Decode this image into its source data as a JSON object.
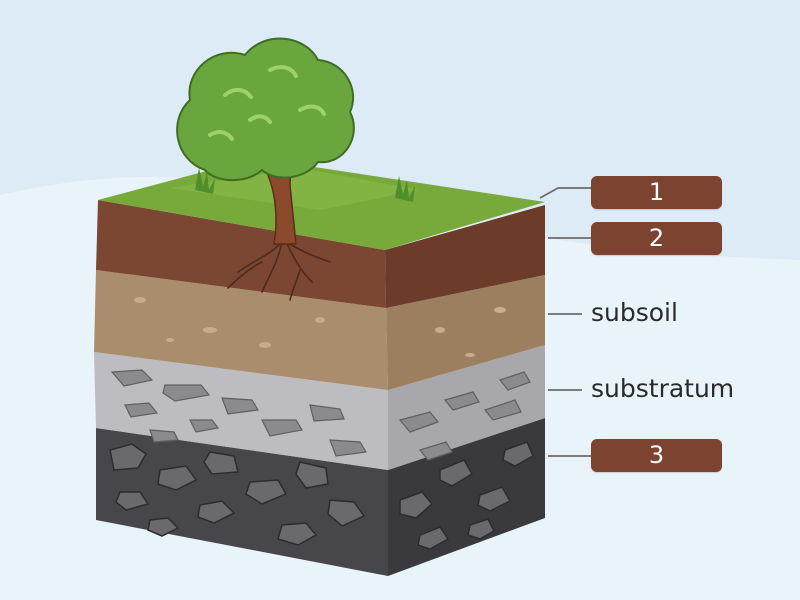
{
  "diagram": {
    "colors": {
      "sky": "#dcebf6",
      "grass": "#76a83a",
      "topsoil": "#7a4530",
      "subsoil": "#a88c6b",
      "substratum": "#b9b9bd",
      "bedrock": "#46464a",
      "badge": "#7b4330",
      "leader_line": "#6b6b6b"
    },
    "labels": [
      {
        "id": "layer-1",
        "text": "1",
        "style": "badge"
      },
      {
        "id": "layer-2",
        "text": "2",
        "style": "badge"
      },
      {
        "id": "layer-subsoil",
        "text": "subsoil",
        "style": "plain"
      },
      {
        "id": "layer-substratum",
        "text": "substratum",
        "style": "plain"
      },
      {
        "id": "layer-3",
        "text": "3",
        "style": "badge"
      }
    ]
  }
}
